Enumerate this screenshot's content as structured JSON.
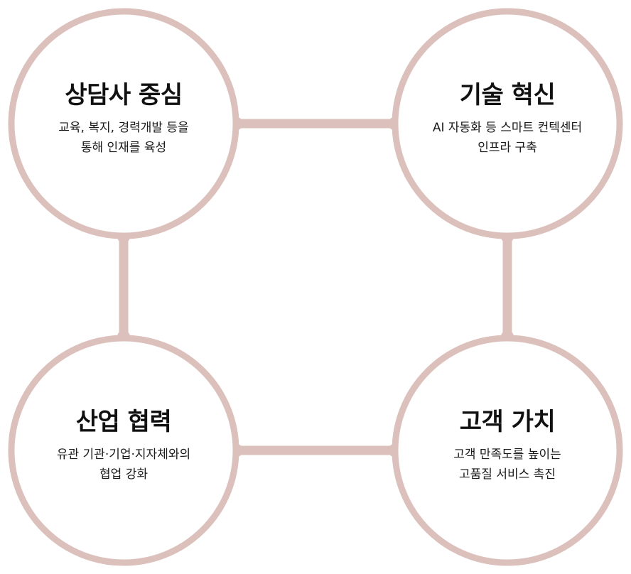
{
  "colors": {
    "ring": "#dcc0bb",
    "connector": "#dcc0bb",
    "text": "#111111",
    "background": "#ffffff"
  },
  "nodes": [
    {
      "id": "counselor",
      "title": "상담사 중심",
      "desc": [
        "교육, 복지, 경력개발 등을",
        "통해 인재를 육성"
      ]
    },
    {
      "id": "tech",
      "title": "기술 혁신",
      "desc": [
        "AI 자동화 등 스마트 컨텍센터",
        "인프라 구축"
      ]
    },
    {
      "id": "industry",
      "title": "산업 협력",
      "desc": [
        "유관 기관·기업·지자체와의",
        "협업 강화"
      ]
    },
    {
      "id": "customer",
      "title": "고객 가치",
      "desc": [
        "고객 만족도를 높이는",
        "고품질 서비스 촉진"
      ]
    }
  ]
}
